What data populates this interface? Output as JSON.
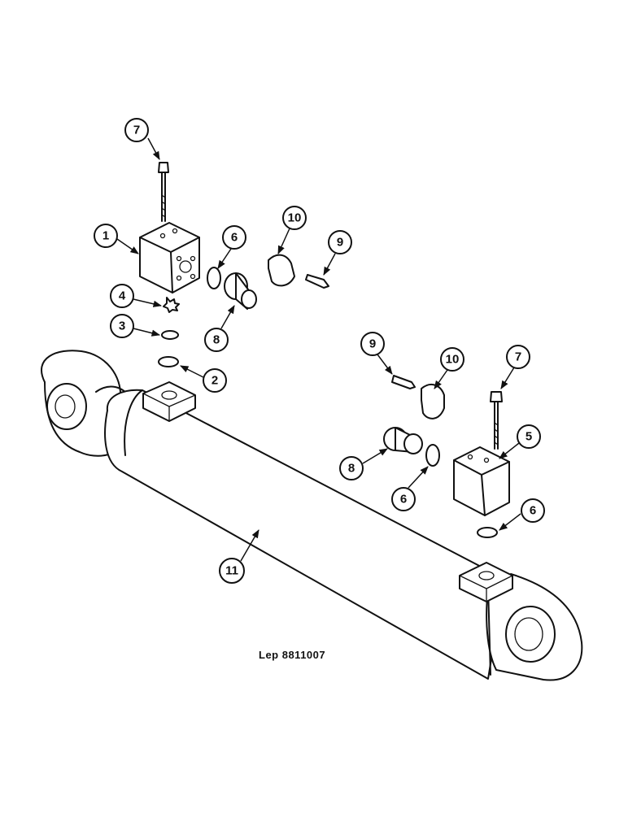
{
  "caption": "Lep 8811007",
  "callouts": [
    {
      "id": "c7a",
      "label": "7"
    },
    {
      "id": "c1",
      "label": "1"
    },
    {
      "id": "c6a",
      "label": "6"
    },
    {
      "id": "c10a",
      "label": "10"
    },
    {
      "id": "c9a",
      "label": "9"
    },
    {
      "id": "c4",
      "label": "4"
    },
    {
      "id": "c3",
      "label": "3"
    },
    {
      "id": "c8a",
      "label": "8"
    },
    {
      "id": "c2",
      "label": "2"
    },
    {
      "id": "c9b",
      "label": "9"
    },
    {
      "id": "c10b",
      "label": "10"
    },
    {
      "id": "c7b",
      "label": "7"
    },
    {
      "id": "c5",
      "label": "5"
    },
    {
      "id": "c8b",
      "label": "8"
    },
    {
      "id": "c6b",
      "label": "6"
    },
    {
      "id": "c6c",
      "label": "6"
    },
    {
      "id": "c11",
      "label": "11"
    }
  ]
}
